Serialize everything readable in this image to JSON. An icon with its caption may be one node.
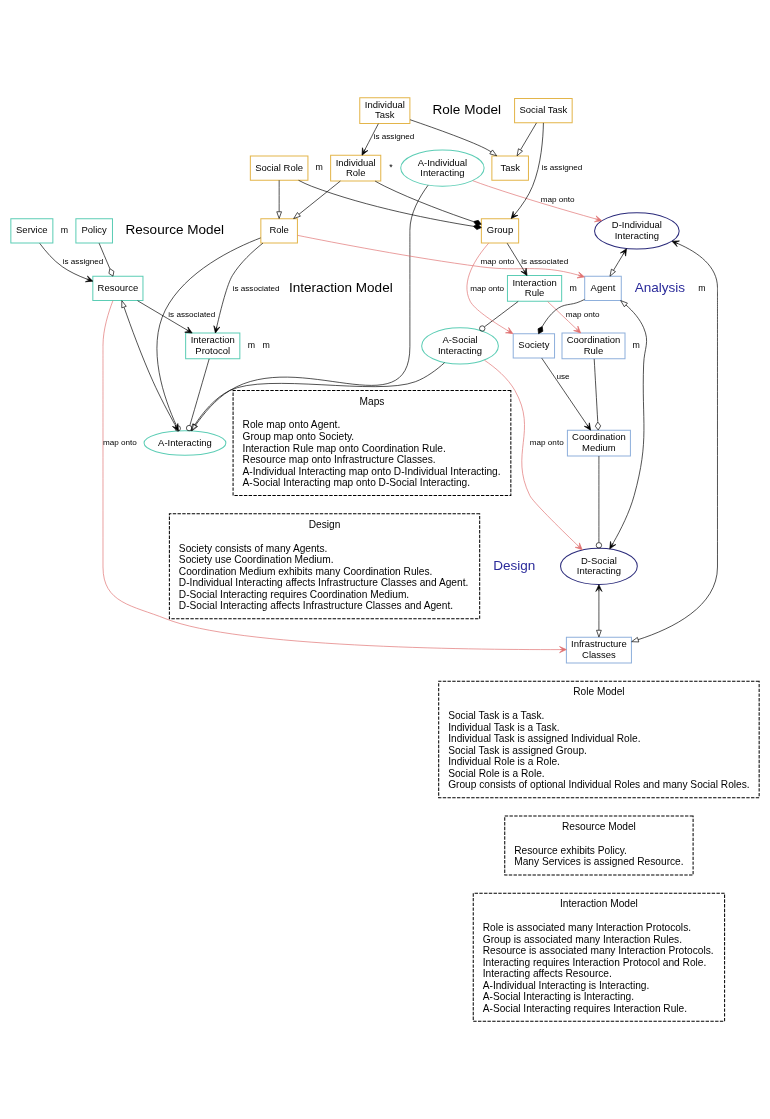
{
  "diagram": {
    "nodes": [
      {
        "text": [
          "Resource"
        ]
      },
      {
        "text": [
          "Service"
        ]
      },
      {
        "text": [
          "Policy"
        ]
      },
      {
        "text": [
          "Interaction Protocol"
        ]
      },
      {
        "text": [
          "A-Interacting"
        ]
      },
      {
        "text": [
          "A-Individual Interacting"
        ]
      },
      {
        "text": [
          "A-Social Interacting"
        ]
      },
      {
        "text": [
          "Interaction Rule"
        ]
      },
      {
        "text": [
          "Role"
        ]
      },
      {
        "text": [
          "Social Role"
        ]
      },
      {
        "text": [
          "Individual Role"
        ]
      },
      {
        "text": [
          "Task"
        ]
      },
      {
        "text": [
          "Individual Task"
        ]
      },
      {
        "text": [
          "Social Task"
        ]
      },
      {
        "text": [
          "Group"
        ]
      },
      {
        "text": [
          "D-Individual Interacting"
        ]
      },
      {
        "text": [
          "D-Social Interacting"
        ]
      },
      {
        "text": [
          "Coordination Medium"
        ]
      },
      {
        "text": [
          "Coordination Rule"
        ]
      },
      {
        "text": [
          "Infrastructure Classes"
        ]
      },
      {
        "text": [
          "Agent"
        ]
      },
      {
        "text": [
          "Society"
        ]
      },
      {
        "text": [
          "Role Model",
          "Social Task is a Task.",
          "Individual Task is a Task.",
          "Individual Task is assigned Individual Role.",
          "Social Task is assigned Group.",
          "Individual Role is a Role.",
          "Social Role is a Role.",
          "Group consists of optional Individual Roles and many Social Roles."
        ]
      },
      {
        "text": [
          "Resource Model",
          "Resource exhibits Policy.",
          "Many Services is assigned Resource."
        ]
      },
      {
        "text": [
          "Interaction Model",
          "Role is associated many Interaction Protocols.",
          "Group is associated many Interaction Rules.",
          "Resource is associated many Interaction Protocols.",
          "Interacting requires Interaction Protocol and Role.",
          "Interacting affects Resource.",
          "A-Individual Interacting is Interacting.",
          "A-Social Interacting is Interacting.",
          "A-Social Interacting requires Interaction Rule."
        ]
      },
      {
        "text": [
          "Maps",
          "Role map onto Agent.",
          "Group map onto Society.",
          "Interaction Rule map onto Coordination Rule.",
          "Resource map onto Infrastructure Classes.",
          "A-Individual Interacting map onto D-Individual Interacting.",
          "A-Social Interacting map onto D-Social Interacting."
        ]
      },
      {
        "text": [
          "Design",
          "Society consists of many Agents.",
          "Society use Coordination Medium.",
          "Coordination Medium exhibits many Coordination Rules.",
          "D-Individual Interacting affects Infrastructure Classes and Agent.",
          "D-Social Interacting requires Coordination Medium.",
          "D-Social Interacting affects Infrastructure Classes and Agent."
        ]
      }
    ],
    "edges": [
      {
        "from": 1,
        "to": 0,
        "arrow": "to",
        "label": "is assigned"
      },
      {
        "from": 2,
        "to": 0,
        "arrow": "other"
      },
      {
        "from": 0,
        "to": 3,
        "arrow": "to",
        "label": "is associated"
      },
      {
        "from": 8,
        "to": 3,
        "arrow": "to",
        "label": "is associated"
      },
      {
        "from": 3,
        "to": 4,
        "arrow": "other"
      },
      {
        "from": 8,
        "to": 4,
        "arrow": "other"
      },
      {
        "from": 4,
        "to": 0,
        "arrow": "both"
      },
      {
        "from": 5,
        "to": 4,
        "arrow": "to"
      },
      {
        "from": 6,
        "to": 4,
        "arrow": "to"
      },
      {
        "from": 7,
        "to": 6,
        "arrow": "other"
      },
      {
        "from": 14,
        "to": 7,
        "arrow": "to",
        "label": "is associated"
      },
      {
        "from": 9,
        "to": 8,
        "arrow": "to"
      },
      {
        "from": 10,
        "to": 8,
        "arrow": "to"
      },
      {
        "from": 12,
        "to": 11,
        "arrow": "to"
      },
      {
        "from": 13,
        "to": 11,
        "arrow": "to"
      },
      {
        "from": 12,
        "to": 10,
        "arrow": "to",
        "label": "is assigned"
      },
      {
        "from": 13,
        "to": 14,
        "arrow": "to",
        "label": "is assigned"
      },
      {
        "from": 9,
        "to": 14,
        "arrow": "other"
      },
      {
        "from": 10,
        "to": 14,
        "arrow": "other"
      },
      {
        "from": 0,
        "to": 19,
        "arrow": "to",
        "label": "map onto",
        "color": "#e07070"
      },
      {
        "from": 8,
        "to": 20,
        "arrow": "to",
        "label": "map onto",
        "color": "#e07070"
      },
      {
        "from": 5,
        "to": 15,
        "arrow": "to",
        "label": "map onto",
        "color": "#e07070"
      },
      {
        "from": 6,
        "to": 16,
        "arrow": "to",
        "label": "map onto",
        "color": "#e07070"
      },
      {
        "from": 7,
        "to": 18,
        "arrow": "to",
        "label": "map onto",
        "color": "#e07070"
      },
      {
        "from": 14,
        "to": 21,
        "arrow": "to",
        "label": "map onto",
        "color": "#e07070"
      },
      {
        "from": 17,
        "to": 16,
        "arrow": "other"
      },
      {
        "from": 18,
        "to": 17,
        "arrow": "other"
      },
      {
        "from": 21,
        "to": 17,
        "arrow": "to",
        "label": "use"
      },
      {
        "from": 20,
        "to": 21,
        "arrow": "other"
      },
      {
        "from": 15,
        "to": 19,
        "arrow": "both"
      },
      {
        "from": 16,
        "to": 19,
        "arrow": "both"
      },
      {
        "from": 15,
        "to": 20,
        "arrow": "both"
      },
      {
        "from": 16,
        "to": 20,
        "arrow": "both"
      }
    ],
    "labels": [
      "Resource Model",
      "Interaction Model",
      "Role Model",
      "m",
      "m",
      "m",
      "m",
      "m",
      "*",
      "m",
      "m",
      "Analysis",
      "Design"
    ]
  }
}
